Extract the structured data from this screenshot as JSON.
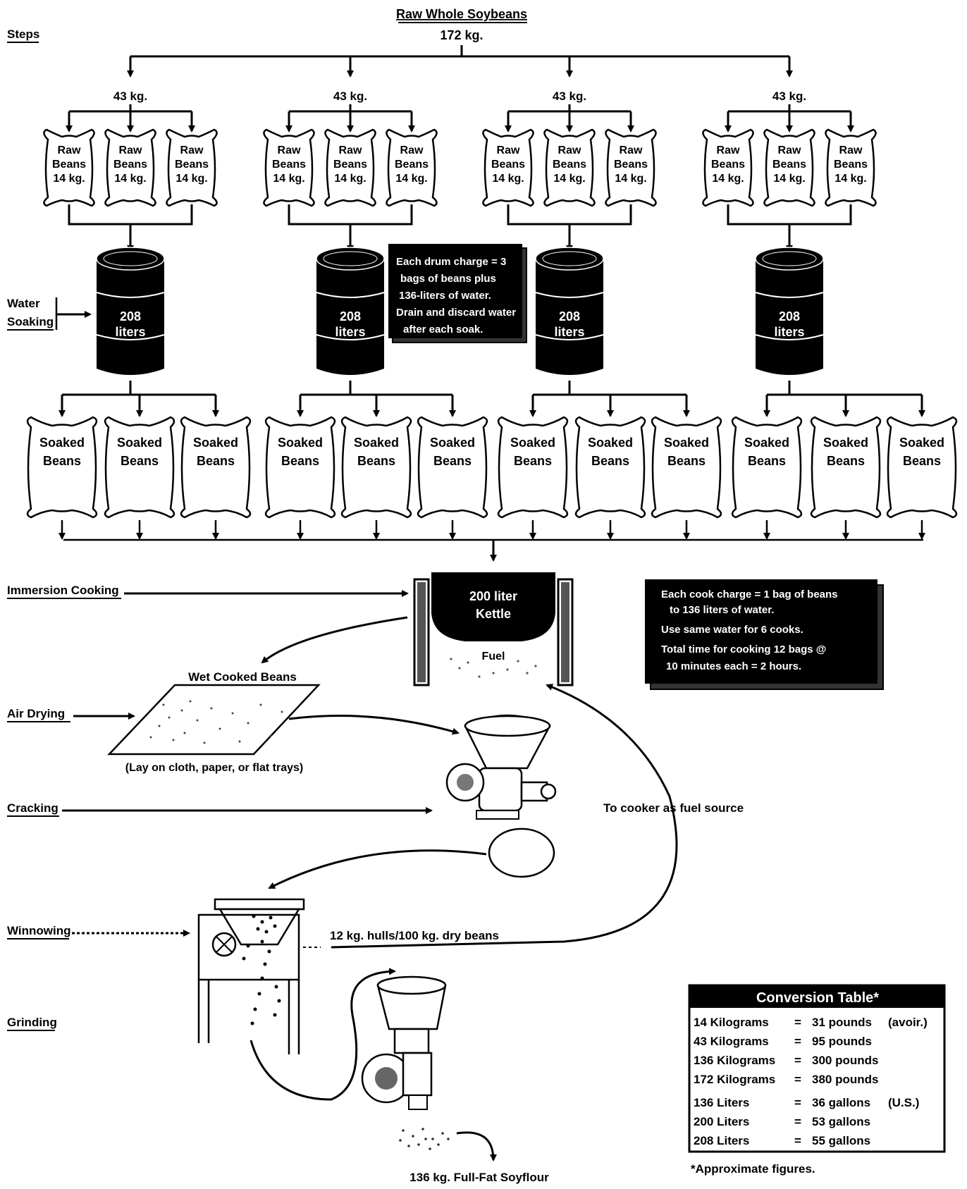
{
  "top": {
    "title": "Raw Whole Soybeans",
    "qty": "172 kg."
  },
  "steps_label": "Steps",
  "groups": [
    {
      "qty": "43 kg."
    },
    {
      "qty": "43 kg."
    },
    {
      "qty": "43 kg."
    },
    {
      "qty": "43 kg."
    }
  ],
  "raw_bag": {
    "line1": "Raw",
    "line2": "Beans",
    "line3": "14 kg."
  },
  "drum": {
    "line1": "208",
    "line2": "liters"
  },
  "soaked_bag": {
    "line1": "Soaked",
    "line2": "Beans"
  },
  "steps": {
    "water_soaking_1": "Water",
    "water_soaking_2": "Soaking",
    "immersion_cooking": "Immersion Cooking",
    "air_drying": "Air Drying",
    "cracking": "Cracking",
    "winnowing": "Winnowing",
    "grinding": "Grinding"
  },
  "drum_note": [
    "Each drum charge = 3",
    "bags of beans plus",
    "136-liters of water.",
    "Drain and discard water",
    "after each soak."
  ],
  "kettle": {
    "line1": "200 liter",
    "line2": "Kettle",
    "fuel": "Fuel"
  },
  "cook_note": [
    "Each cook charge = 1 bag of beans",
    "to 136 liters of water.",
    "Use same water for 6 cooks.",
    "Total time for cooking 12 bags @",
    "10 minutes each = 2 hours."
  ],
  "wet_beans": "Wet Cooked Beans",
  "lay_note": "(Lay on cloth, paper, or flat trays)",
  "to_cooker": "To cooker as fuel source",
  "hulls": "12 kg. hulls/100 kg. dry beans",
  "output": "136 kg. Full-Fat Soyflour",
  "conversion": {
    "title": "Conversion Table*",
    "rows": [
      {
        "a": "14 Kilograms",
        "eq": "=",
        "b": "31 pounds",
        "c": "(avoir.)"
      },
      {
        "a": "43 Kilograms",
        "eq": "=",
        "b": "95 pounds",
        "c": ""
      },
      {
        "a": "136 Kilograms",
        "eq": "=",
        "b": "300 pounds",
        "c": ""
      },
      {
        "a": "172 Kilograms",
        "eq": "=",
        "b": "380 pounds",
        "c": ""
      },
      {
        "a": "136 Liters",
        "eq": "=",
        "b": "36 gallons",
        "c": "(U.S.)"
      },
      {
        "a": "200 Liters",
        "eq": "=",
        "b": "53 gallons",
        "c": ""
      },
      {
        "a": "208 Liters",
        "eq": "=",
        "b": "55 gallons",
        "c": ""
      }
    ],
    "footnote": "*Approximate figures."
  }
}
